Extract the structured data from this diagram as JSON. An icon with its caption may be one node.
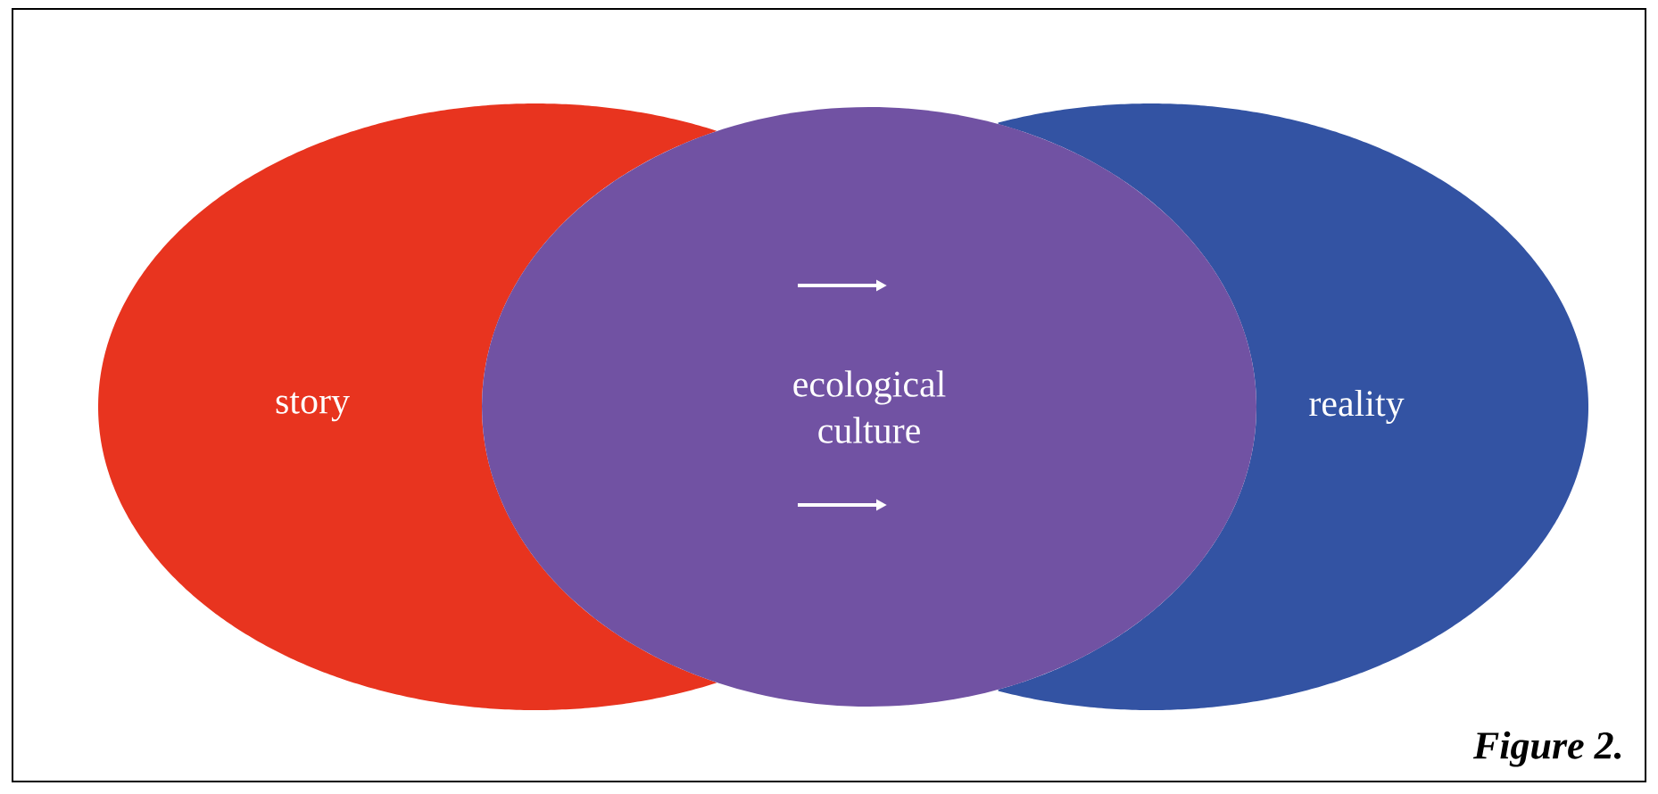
{
  "diagram": {
    "caption": "Figure 2.",
    "nodes": [
      {
        "text": [
          "story"
        ]
      },
      {
        "text": [
          "ecological culture"
        ]
      },
      {
        "text": [
          "reality"
        ]
      }
    ]
  }
}
